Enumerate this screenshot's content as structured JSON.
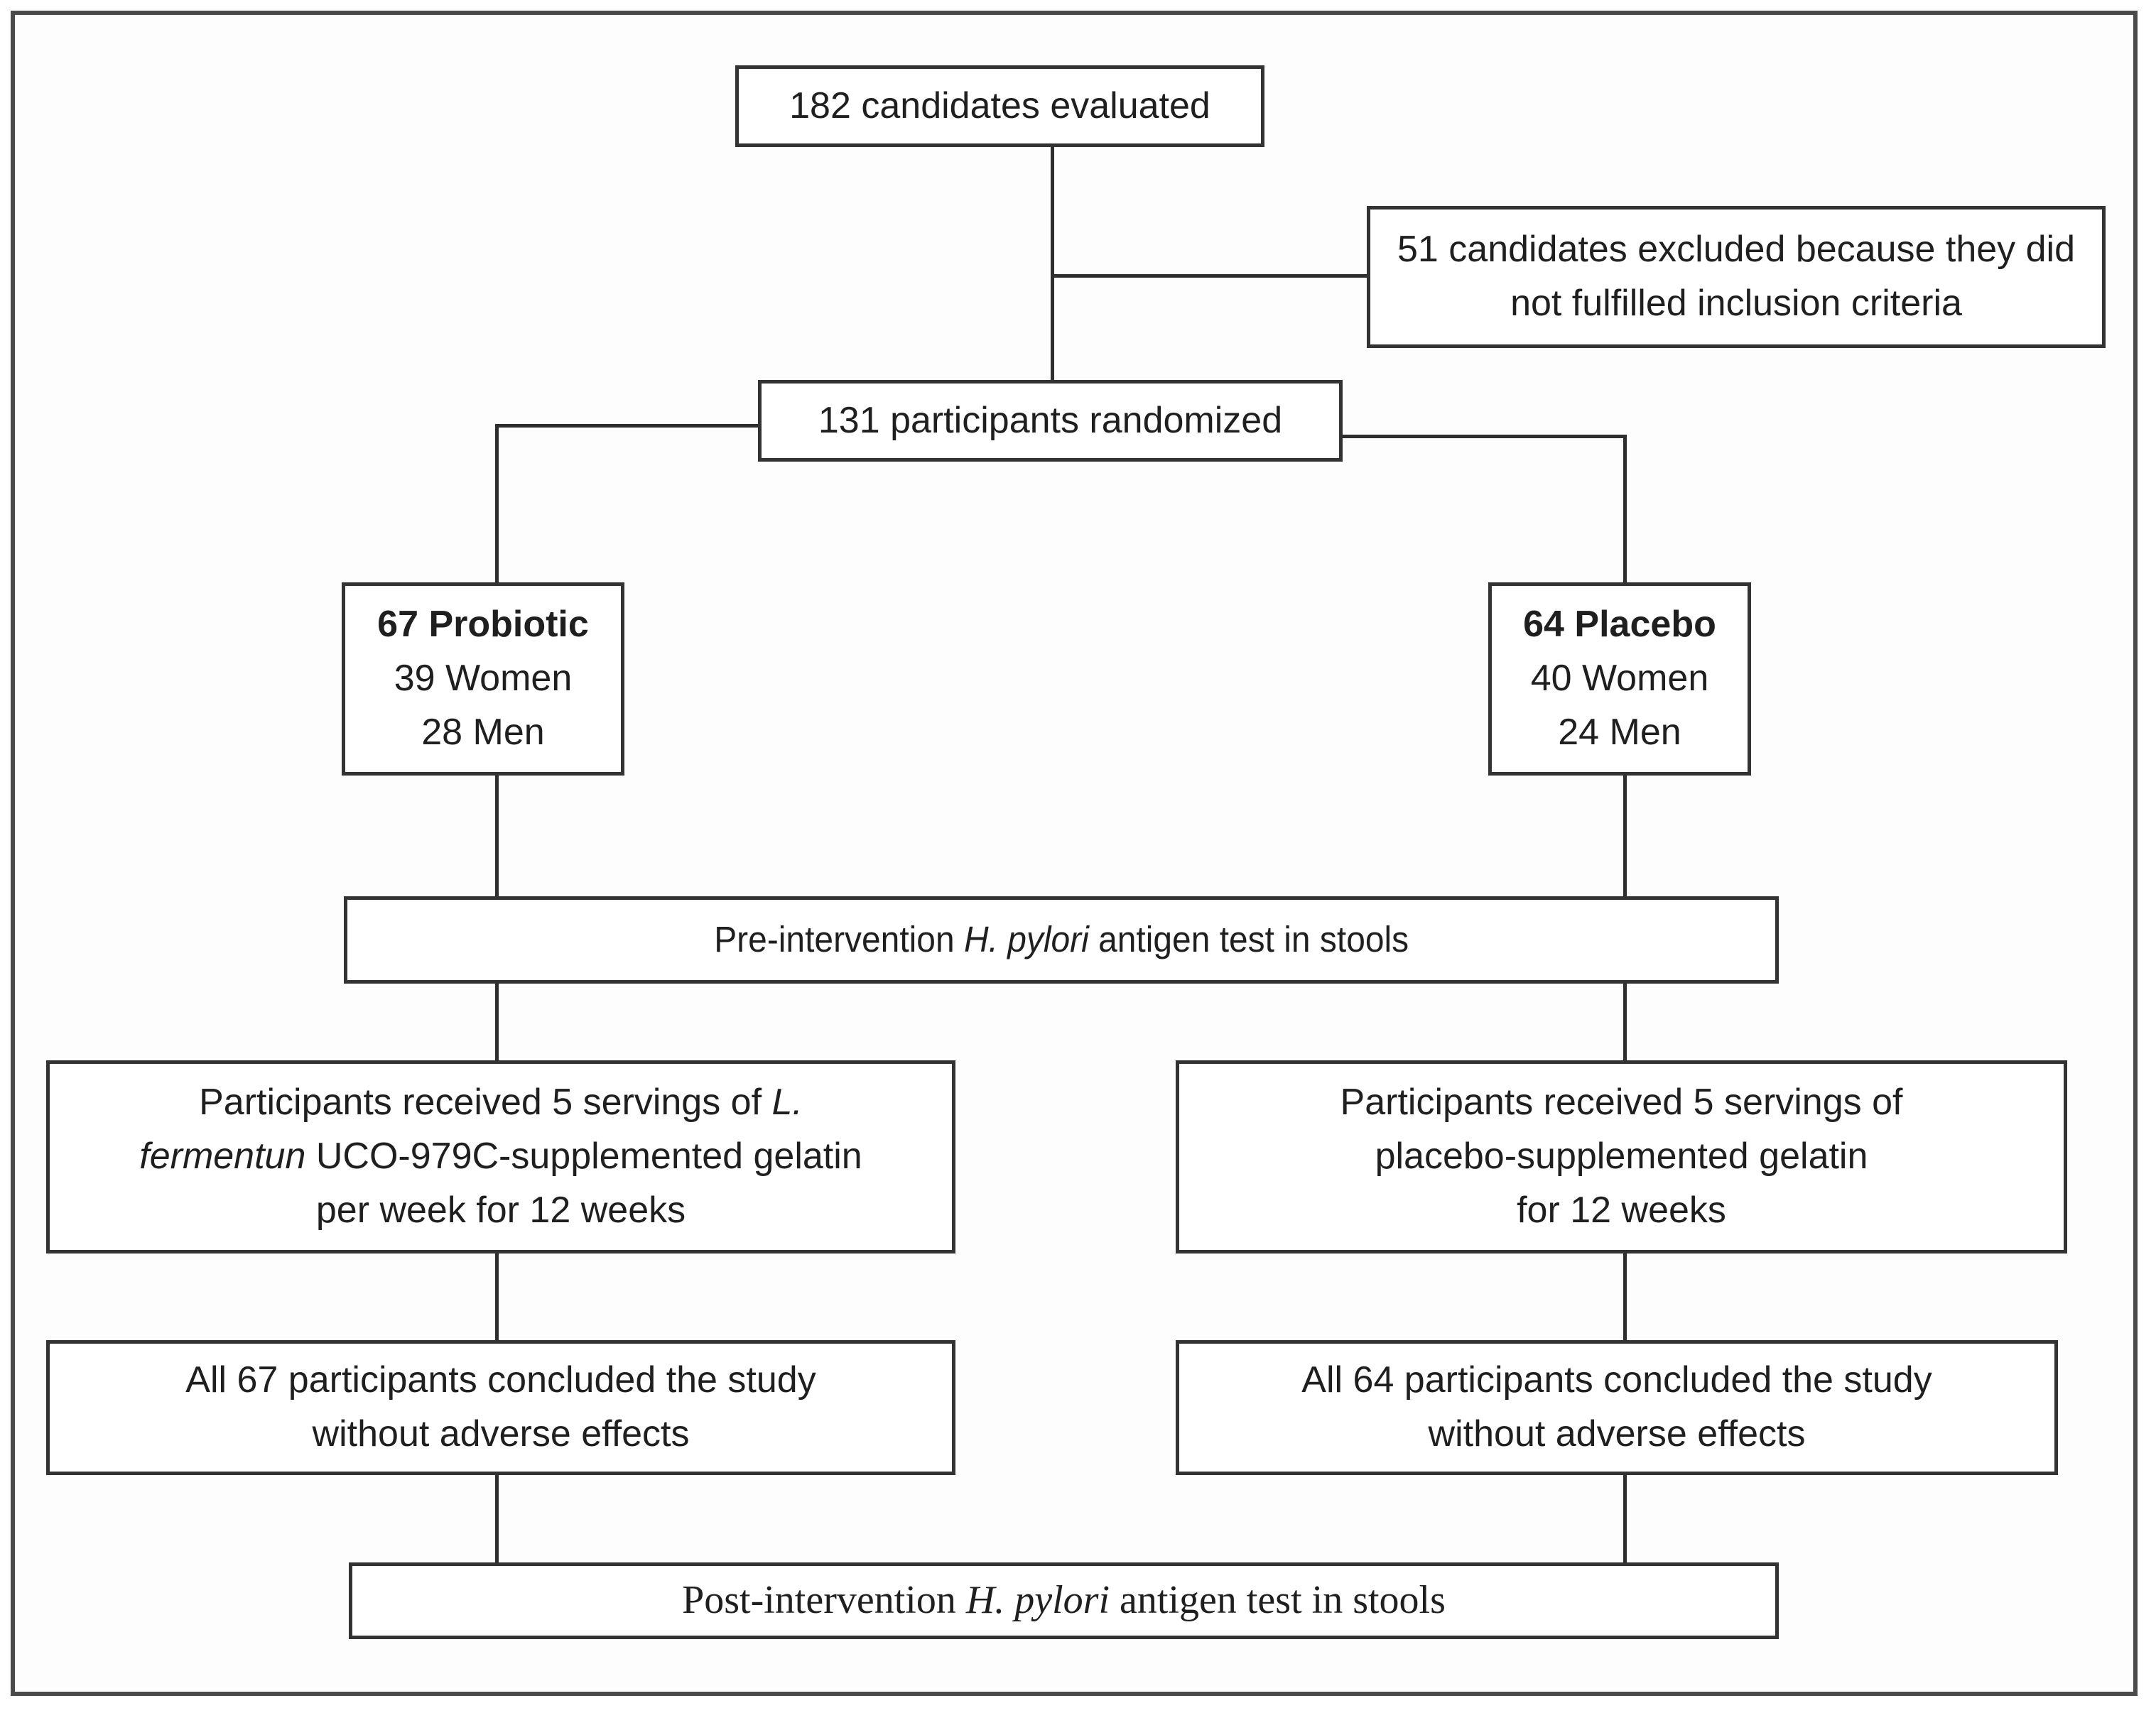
{
  "diagram": {
    "type": "clinical-trial-flowchart",
    "boxes": {
      "evaluated": {
        "text": "182 candidates evaluated"
      },
      "excluded": {
        "text": "51 candidates excluded because they did not fulfilled inclusion criteria"
      },
      "randomized": {
        "text": "131 participants randomized"
      },
      "probiotic_group": {
        "title": "67 Probiotic",
        "line2": "39 Women",
        "line3": "28 Men"
      },
      "placebo_group": {
        "title": "64 Placebo",
        "line2": "40 Women",
        "line3": "24 Men"
      },
      "pre_test": {
        "prefix": "Pre-intervention ",
        "italic": "H. pylori",
        "suffix": " antigen test in stools"
      },
      "treatment_probiotic": {
        "line1_text": "Participants received 5 servings of ",
        "line1_italic": "L.",
        "line2_italic": "fermentun",
        "line2_text": " UCO-979C-supplemented gelatin",
        "line3_text": "per week for 12 weeks"
      },
      "treatment_placebo": {
        "line1": "Participants received 5 servings of",
        "line2": "placebo-supplemented gelatin",
        "line3": "for 12 weeks"
      },
      "concluded_probiotic": {
        "line1": "All 67 participants concluded the study",
        "line2": "without adverse effects"
      },
      "concluded_placebo": {
        "line1": "All 64 participants concluded the study",
        "line2": "without adverse effects"
      },
      "post_test": {
        "prefix": "Post-intervention ",
        "italic": "H. pylori",
        "suffix": " antigen test in stools"
      }
    },
    "colors": {
      "box_border": "#333333",
      "frame_border": "#4a4a4a",
      "connector": "#2e2e2e",
      "text": "#1f1f1f",
      "background": "#ffffff"
    }
  }
}
